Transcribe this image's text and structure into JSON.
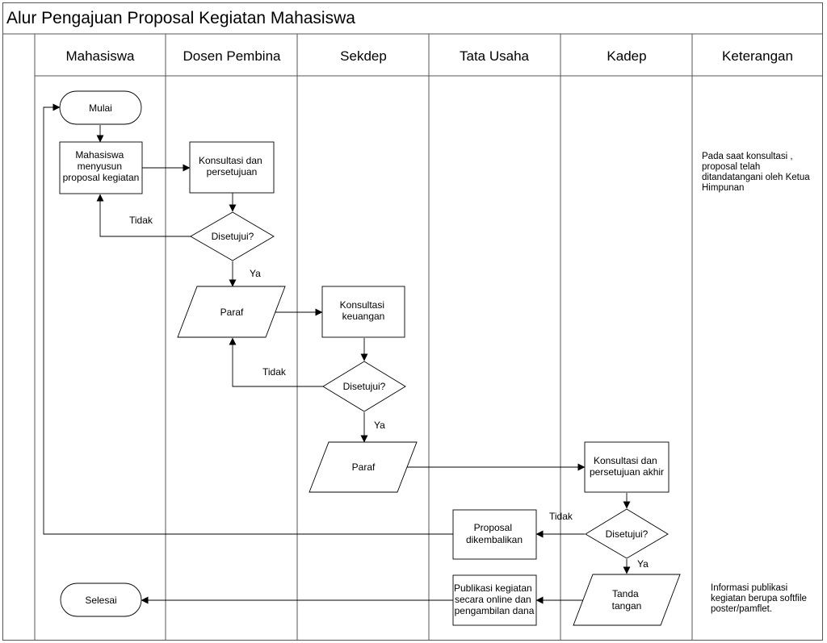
{
  "title": "Alur Pengajuan Proposal Kegiatan Mahasiswa",
  "lanes": [
    "Mahasiswa",
    "Dosen Pembina",
    "Sekdep",
    "Tata Usaha",
    "Kadep",
    "Keterangan"
  ],
  "nodes": {
    "mulai": "Mulai",
    "menyusun": [
      "Mahasiswa",
      "menyusun",
      "proposal kegiatan"
    ],
    "konsultasi_persetujuan": [
      "Konsultasi dan",
      "persetujuan"
    ],
    "disetujui_1": "Disetujui?",
    "paraf_1": "Paraf",
    "konsultasi_keuangan": [
      "Konsultasi",
      "keuangan"
    ],
    "disetujui_2": "Disetujui?",
    "paraf_2": "Paraf",
    "konsultasi_akhir": [
      "Konsultasi dan",
      "persetujuan akhir"
    ],
    "disetujui_3": "Disetujui?",
    "dikembalikan": [
      "Proposal",
      "dikembalikan"
    ],
    "tanda_tangan": [
      "Tanda",
      "tangan"
    ],
    "publikasi": [
      "Publikasi kegiatan",
      "secara online dan",
      "pengambilan dana"
    ],
    "selesai": "Selesai"
  },
  "edge_labels": {
    "tidak_1": "Tidak",
    "ya_1": "Ya",
    "tidak_2": "Tidak",
    "ya_2": "Ya",
    "tidak_3": "Tidak",
    "ya_3": "Ya"
  },
  "notes": {
    "note_1": [
      "Pada saat konsultasi ,",
      "proposal telah",
      "ditandatangani oleh Ketua",
      "Himpunan"
    ],
    "note_2": [
      "Informasi publikasi",
      "kegiatan berupa softfile",
      "poster/pamflet."
    ]
  }
}
